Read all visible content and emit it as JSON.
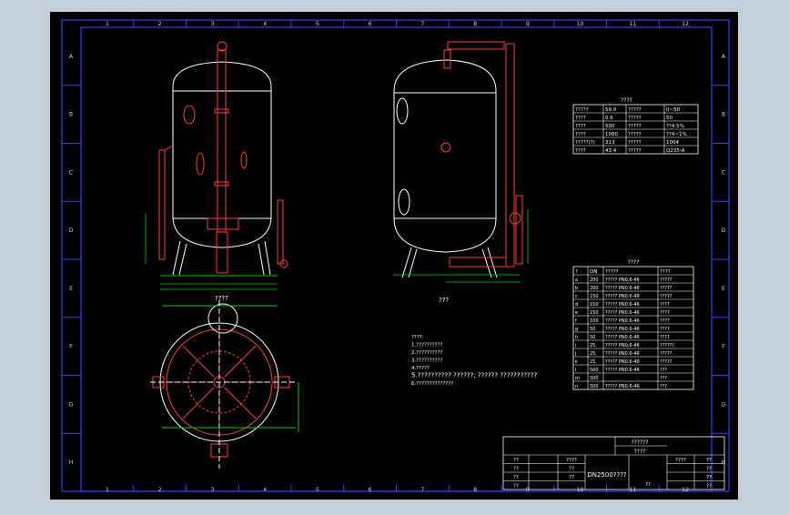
{
  "colors": {
    "background": "#c3cedb",
    "sheet": "#000000",
    "border": "#3a3aff",
    "vessel": "#ffffff",
    "piping": "#ff3b3b",
    "dimension": "#00d400",
    "pipe_fill": "#ffb0b0",
    "table_text": "#ffffff"
  },
  "border": {
    "columns": [
      "1",
      "2",
      "3",
      "4",
      "5",
      "6",
      "7",
      "8",
      "9",
      "10",
      "11",
      "12"
    ],
    "rows": [
      "A",
      "B",
      "C",
      "D",
      "E",
      "F",
      "G",
      "H"
    ]
  },
  "views": {
    "plan_label": "????",
    "side_label": "???"
  },
  "tech_table": {
    "title": "????",
    "rows": [
      [
        "?????",
        "59.0",
        "?????",
        "0~50"
      ],
      [
        "????",
        "0.6",
        "?????",
        "50"
      ],
      [
        "????",
        "500",
        "?????",
        "??4.5%"
      ],
      [
        "????",
        "1000",
        "?????",
        "??4~1%"
      ],
      [
        "?????(?)",
        "313",
        "?????",
        "1004"
      ],
      [
        "????",
        "43.4",
        "?????",
        "Q235-A"
      ]
    ]
  },
  "nozzle_table": {
    "title": "????",
    "header": [
      "?",
      "DN",
      "?????",
      "????"
    ],
    "rows": [
      [
        "a",
        "200",
        "????? PN0.6-46",
        "?????"
      ],
      [
        "b",
        "200",
        "????? PN0.6-46",
        "?????"
      ],
      [
        "c",
        "150",
        "????? PN0.6-46",
        "?????"
      ],
      [
        "d",
        "150",
        "????? PN0.6-46",
        "????"
      ],
      [
        "e",
        "150",
        "????? PN0.6-46",
        "????"
      ],
      [
        "f",
        "100",
        "????? PN0.6-46",
        "????"
      ],
      [
        "g",
        "50",
        "????? PN0.6-46",
        "????"
      ],
      [
        "h",
        "50",
        "????? PN0.6-46",
        "????"
      ],
      [
        "i",
        "25",
        "????? PN0.6-46",
        "??????"
      ],
      [
        "j",
        "25",
        "????? PN0.6-46",
        "?????"
      ],
      [
        "k",
        "25",
        "????? PN0.6-46",
        "?????"
      ],
      [
        "l",
        "500",
        "????? PN0.6-46",
        "???"
      ],
      [
        "m",
        "500",
        "",
        "???"
      ],
      [
        "n",
        "500",
        "????? PN0.6-46",
        "???"
      ]
    ]
  },
  "notes": {
    "lines": [
      "????:",
      "1.??????????",
      "2.??????????",
      "3.??????????",
      "4.?????",
      "5.?????????? ??????, ?????? ???????????",
      "6.??????????????"
    ]
  },
  "title_block": {
    "company": "??????",
    "subtitle": "????",
    "drawing_no": "DN2500????",
    "scale_label": "????",
    "left_labels": [
      "??",
      "??",
      "??",
      "??"
    ],
    "mid_labels": [
      "????",
      "??",
      "??"
    ],
    "right_labels": [
      "??",
      "??",
      "??",
      "??"
    ],
    "ratio_label": "??"
  }
}
